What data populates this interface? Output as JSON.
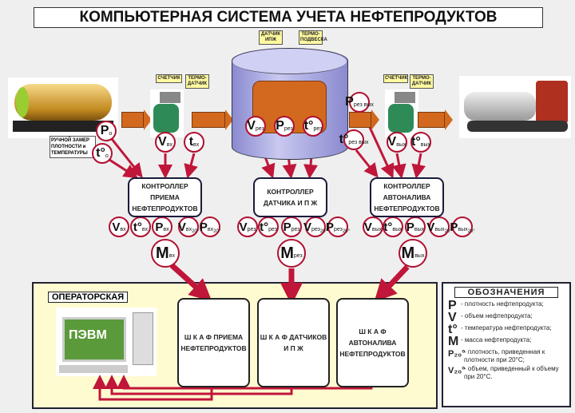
{
  "title": "КОМПЬЮТЕРНАЯ СИСТЕМА УЧЕТА НЕФТЕПРОДУКТОВ",
  "tags": {
    "counter": "СЧЕТЧИК",
    "thermo": "ТЕРМО-ДАТЧИК",
    "ipzh": "ДАТЧИК ИПЖ",
    "thermo_susp": "ТЕРМО-ПОДВЕСКА"
  },
  "manual": "РУЧНОЙ ЗАМЕР ПЛОТНОСТИ и ТЕМПЕРАТУРЫ",
  "sensors": [
    {
      "sym": "P",
      "sub": "o"
    },
    {
      "sym": "t°",
      "sub": "o"
    },
    {
      "sym": "V",
      "sub": "вх"
    },
    {
      "sym": "t",
      "sub": "вх"
    },
    {
      "sym": "V",
      "sub": "рез"
    },
    {
      "sym": "P",
      "sub": "рез"
    },
    {
      "sym": "t°",
      "sub": "рез"
    },
    {
      "sym": "P",
      "sub": "рез вых"
    },
    {
      "sym": "t°",
      "sub": "рез вых"
    },
    {
      "sym": "V",
      "sub": "вых"
    },
    {
      "sym": "t°",
      "sub": "вых"
    }
  ],
  "controllers": [
    {
      "label": "КОНТРОЛЛЕР ПРИЕМА НЕФТЕПРОДУКТОВ",
      "outputs": [
        {
          "sym": "V",
          "sub": "вх"
        },
        {
          "sym": "t°",
          "sub": "вх"
        },
        {
          "sym": "P",
          "sub": "вх"
        },
        {
          "sym": "V",
          "sub": "вх",
          "sup": "20°"
        },
        {
          "sym": "P",
          "sub": "вх",
          "sup": "20°"
        }
      ],
      "mass": {
        "sym": "M",
        "sub": "вх"
      }
    },
    {
      "label": "КОНТРОЛЛЕР ДАТЧИКА И П Ж",
      "outputs": [
        {
          "sym": "V",
          "sub": "рез"
        },
        {
          "sym": "t°",
          "sub": "рез"
        },
        {
          "sym": "P",
          "sub": "рез"
        },
        {
          "sym": "V",
          "sub": "рез",
          "sup": "20°"
        },
        {
          "sym": "P",
          "sub": "рез",
          "sup": "20°"
        }
      ],
      "mass": {
        "sym": "M",
        "sub": "рез"
      }
    },
    {
      "label": "КОНТРОЛЛЕР АВТОНАЛИВА НЕФТЕПРОДУКТОВ",
      "outputs": [
        {
          "sym": "V",
          "sub": "вых"
        },
        {
          "sym": "t°",
          "sub": "вых"
        },
        {
          "sym": "P",
          "sub": "вых"
        },
        {
          "sym": "V",
          "sub": "вых",
          "sup": "20°"
        },
        {
          "sym": "P",
          "sub": "вых",
          "sup": "20°"
        }
      ],
      "mass": {
        "sym": "M",
        "sub": "вых"
      }
    }
  ],
  "operator": {
    "label": "ОПЕРАТОРСКАЯ",
    "pc": "ПЭВМ",
    "cabinets": [
      "Ш К А Ф ПРИЕМА НЕФТЕПРОДУКТОВ",
      "Ш К А Ф ДАТЧИКОВ И П Ж",
      "Ш К А Ф АВТОНАЛИВА НЕФТЕПРОДУКТОВ"
    ]
  },
  "legend": {
    "title": "ОБОЗНАЧЕНИЯ",
    "items": [
      {
        "sym": "P",
        "text": "- плотность нефтепродукта;"
      },
      {
        "sym": "V",
        "text": "- объем нефтепродукта;"
      },
      {
        "sym": "t°",
        "text": "- температура нефтепродукта;"
      },
      {
        "sym": "M",
        "text": "- масса нефтепродукта;"
      },
      {
        "sym": "P₂₀°",
        "text": "- плотность, приведенная к плотности при 20°С;"
      },
      {
        "sym": "V₂₀°",
        "text": "- объем, приведенный к объему при 20°С."
      }
    ]
  },
  "colors": {
    "arrow": "#c0163a",
    "flow": "#d2691e",
    "operator_bg": "#fffbd0",
    "tank": "#a9a9e0"
  }
}
